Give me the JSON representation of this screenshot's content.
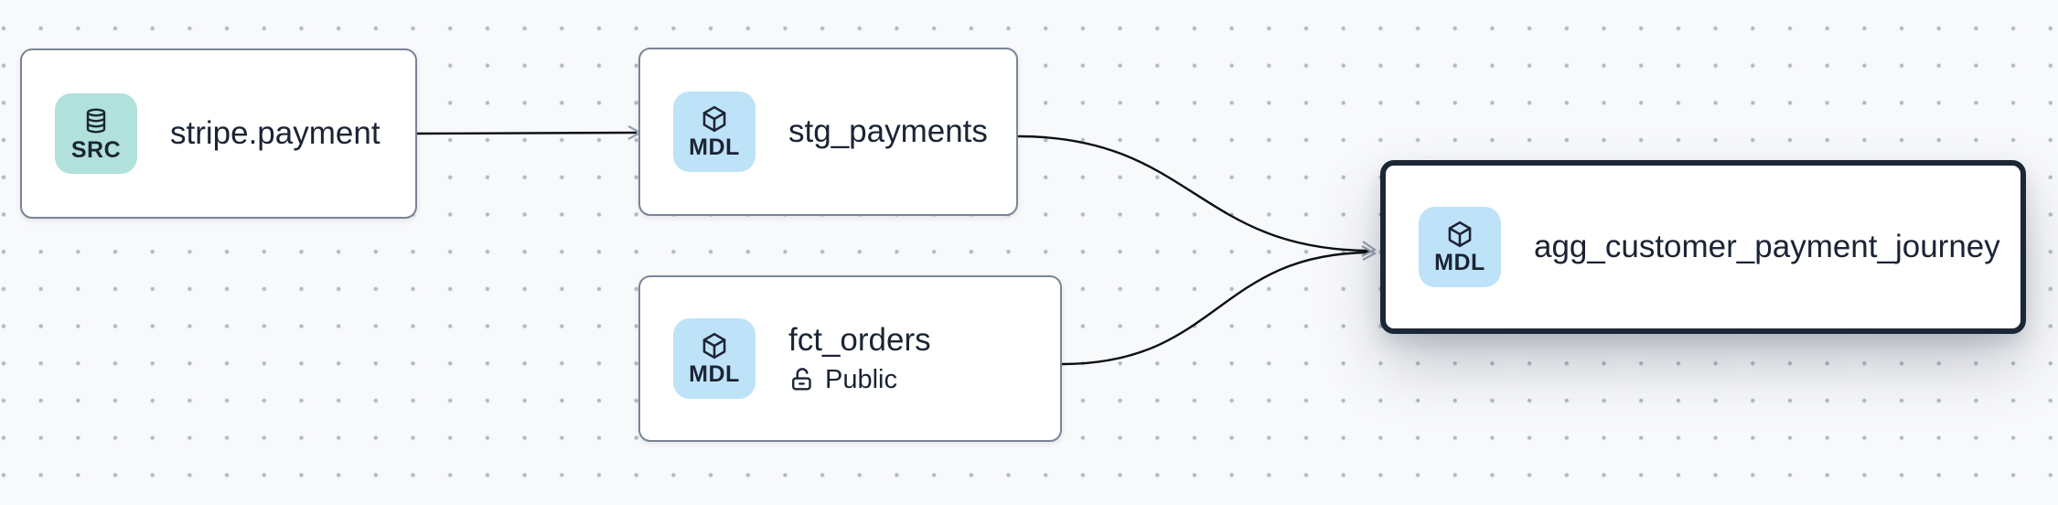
{
  "canvas": {
    "type": "lineage-graph",
    "background_color": "#f8f9fb",
    "dot_color": "#b1b6c0"
  },
  "nodes": [
    {
      "label": "stripe.payment",
      "badge": {
        "label": "SRC",
        "icon": "database-icon",
        "color": "#b0e1da"
      },
      "selected": false
    },
    {
      "label": "stg_payments",
      "badge": {
        "label": "MDL",
        "icon": "cube-icon",
        "color": "#bee2f8"
      },
      "selected": false
    },
    {
      "label": "fct_orders",
      "badge": {
        "label": "MDL",
        "icon": "cube-icon",
        "color": "#bee2f8"
      },
      "access": {
        "label": "Public",
        "icon": "lock-open-icon"
      },
      "selected": false
    },
    {
      "label": "agg_customer_payment_journey",
      "badge": {
        "label": "MDL",
        "icon": "cube-icon",
        "color": "#bee2f8"
      },
      "selected": true
    }
  ],
  "edges": [
    {
      "from": "stripe.payment",
      "to": "stg_payments"
    },
    {
      "from": "stg_payments",
      "to": "agg_customer_payment_journey"
    },
    {
      "from": "fct_orders",
      "to": "agg_customer_payment_journey"
    }
  ],
  "colors": {
    "node_border": "#7a8495",
    "selected_node_border": "#1c2736",
    "edge": "#0b0e13",
    "arrowhead": "#98a0ab",
    "text": "#1b2434",
    "badge_src_bg": "#b0e1da",
    "badge_mdl_bg": "#bee2f8",
    "node_bg": "#ffffff"
  }
}
